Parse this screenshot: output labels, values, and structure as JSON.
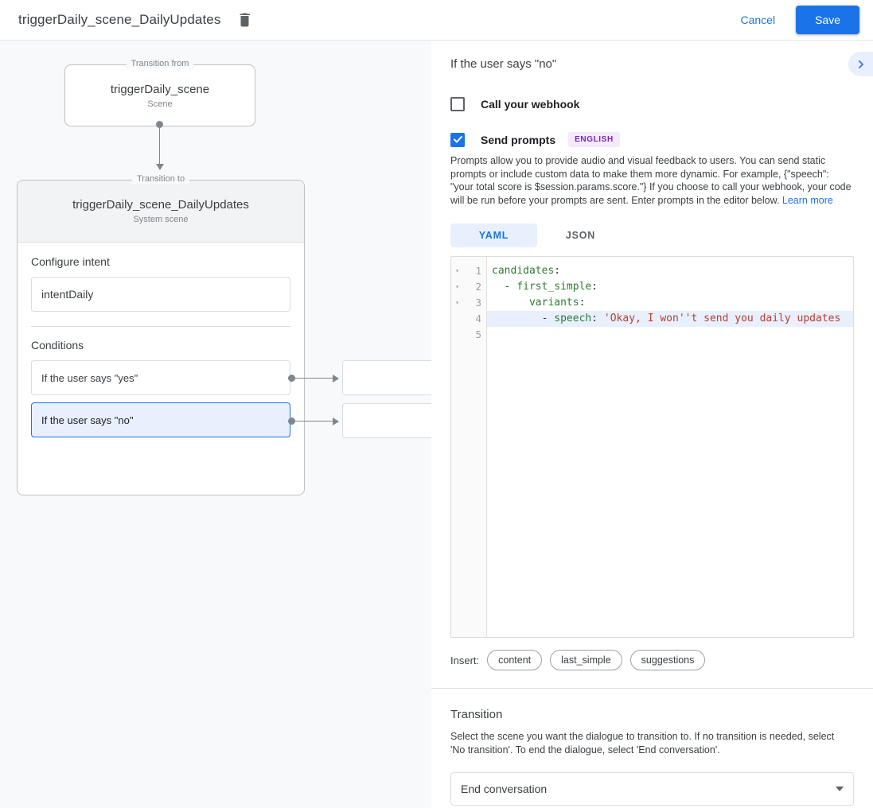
{
  "topbar": {
    "title": "triggerDaily_scene_DailyUpdates",
    "delete_icon": "trash-icon",
    "cancel_label": "Cancel",
    "save_label": "Save"
  },
  "canvas": {
    "from": {
      "legend": "Transition from",
      "name": "triggerDaily_scene",
      "type": "Scene"
    },
    "to": {
      "legend": "Transition to",
      "name": "triggerDaily_scene_DailyUpdates",
      "type": "System scene"
    },
    "intent_section_title": "Configure intent",
    "intent_value": "intentDaily",
    "conditions_section_title": "Conditions",
    "conditions": [
      {
        "label": "If the user says \"yes\"",
        "selected": false
      },
      {
        "label": "If the user says \"no\"",
        "selected": true
      }
    ]
  },
  "panel": {
    "title": "If the user says \"no\"",
    "expand_icon": "chevron-right-icon",
    "webhook": {
      "label": "Call your webhook",
      "checked": false
    },
    "prompts": {
      "label": "Send prompts",
      "checked": true,
      "badge": "ENGLISH",
      "help": "Prompts allow you to provide audio and visual feedback to users. You can send static prompts or include custom data to make them more dynamic. For example, {\"speech\": \"your total score is $session.params.score.\"} If you choose to call your webhook, your code will be run before your prompts are sent. Enter prompts in the editor below.",
      "help_link": "Learn more"
    },
    "tabs": [
      {
        "label": "YAML",
        "active": true
      },
      {
        "label": "JSON",
        "active": false
      }
    ],
    "editor": {
      "lines": [
        {
          "num": "1",
          "fold": "▾",
          "highlight": false,
          "tokens": [
            {
              "t": "candidates",
              "c": "k-key"
            },
            {
              "t": ":",
              "c": "k-punc"
            }
          ]
        },
        {
          "num": "2",
          "fold": "▾",
          "highlight": false,
          "tokens": [
            {
              "t": "  - ",
              "c": "k-punc"
            },
            {
              "t": "first_simple",
              "c": "k-key"
            },
            {
              "t": ":",
              "c": "k-punc"
            }
          ]
        },
        {
          "num": "3",
          "fold": "▾",
          "highlight": false,
          "tokens": [
            {
              "t": "      ",
              "c": "k-punc"
            },
            {
              "t": "variants",
              "c": "k-key"
            },
            {
              "t": ":",
              "c": "k-punc"
            }
          ]
        },
        {
          "num": "4",
          "fold": "",
          "highlight": true,
          "tokens": [
            {
              "t": "        - ",
              "c": "k-punc"
            },
            {
              "t": "speech",
              "c": "k-key"
            },
            {
              "t": ": ",
              "c": "k-punc"
            },
            {
              "t": "'Okay, I won''t send you daily updates",
              "c": "k-str"
            }
          ]
        },
        {
          "num": "5",
          "fold": "",
          "highlight": false,
          "tokens": []
        }
      ],
      "raw_text": "candidates:\n  - first_simple:\n      variants:\n        - speech: 'Okay, I won''t send you daily update"
    },
    "insert": {
      "label": "Insert:",
      "chips": [
        "content",
        "last_simple",
        "suggestions"
      ]
    },
    "transition": {
      "title": "Transition",
      "help": "Select the scene you want the dialogue to transition to. If no transition is needed, select 'No transition'. To end the dialogue, select 'End conversation'.",
      "selected": "End conversation"
    }
  },
  "colors": {
    "accent": "#1a73e8",
    "canvas_bg": "#f8f9fa",
    "selected_bg": "#e8f0fe",
    "badge_bg": "#f5e9fd",
    "badge_fg": "#7627bb"
  }
}
